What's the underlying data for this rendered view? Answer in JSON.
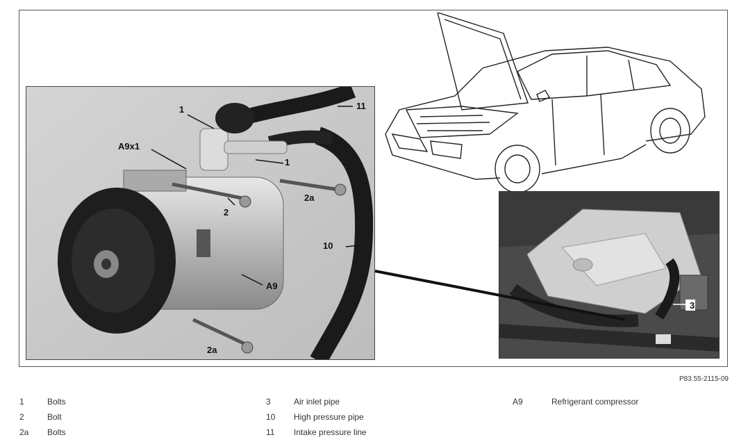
{
  "figure_ref": "P83.55-2115-09",
  "callouts": {
    "c1_top": "1",
    "c11": "11",
    "a9x1": "A9x1",
    "c1_right": "1",
    "c2a_upper": "2a",
    "c2": "2",
    "c10": "10",
    "a9": "A9",
    "c2a_lower": "2a",
    "c3": "3"
  },
  "legend": [
    {
      "num": "1",
      "label": "Bolts"
    },
    {
      "num": "2",
      "label": "Bolt"
    },
    {
      "num": "2a",
      "label": "Bolts"
    },
    {
      "num": "3",
      "label": "Air inlet pipe"
    },
    {
      "num": "10",
      "label": "High pressure pipe"
    },
    {
      "num": "11",
      "label": "Intake pressure line"
    },
    {
      "num": "A9",
      "label": "Refrigerant compressor"
    }
  ]
}
